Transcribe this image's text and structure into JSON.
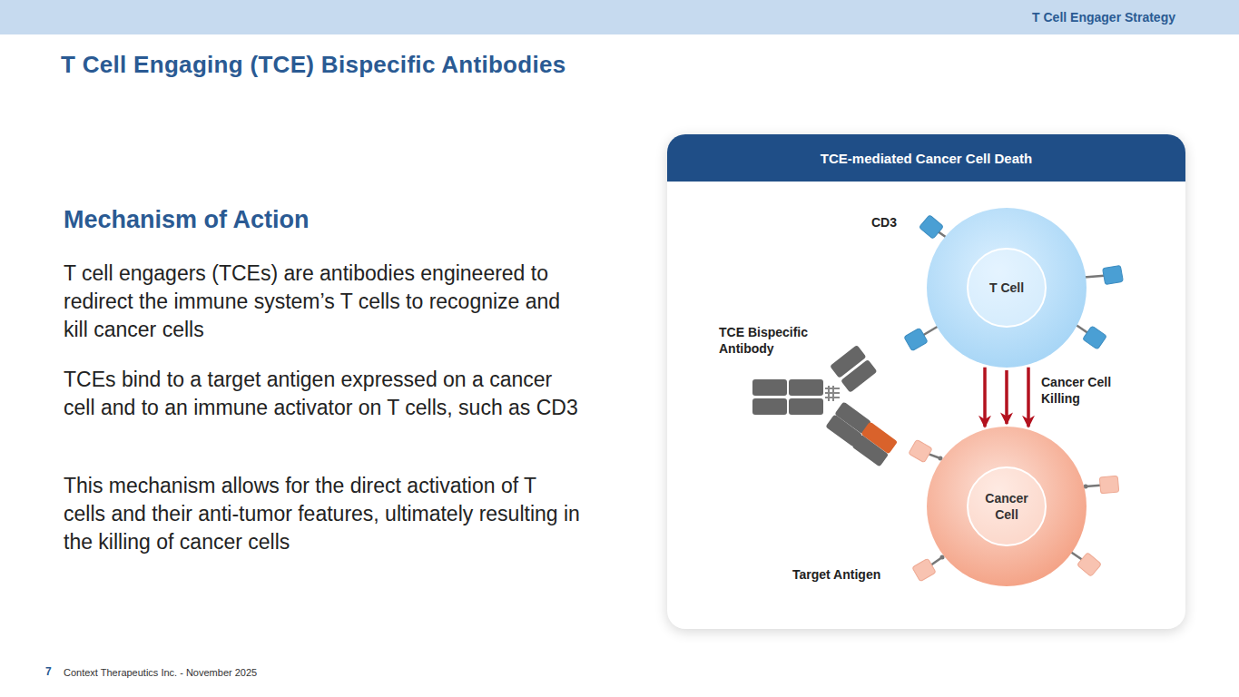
{
  "diagram": {
    "title": "T Cell Engaging (TCE) Bispecific Antibodies",
    "nodes": [
      {
        "text": [
          "T Cell Engager Strategy"
        ]
      },
      {
        "text": [
          "TCE-mediated Cancer Cell Death"
        ]
      },
      {
        "text": [
          "T Cell"
        ],
        "in": 1
      },
      {
        "text": [
          "Cancer Cell"
        ],
        "in": 1
      }
    ],
    "edges": [
      {
        "from": 2,
        "to": 3,
        "arrow": "to"
      },
      {
        "from": 2,
        "to": 3,
        "arrow": "to"
      },
      {
        "from": 2,
        "to": 3,
        "arrow": "to",
        "label": "Cancer Cell Killing"
      }
    ],
    "labels": [
      "Mechanism of Action",
      "T cell engagers (TCEs) are antibodies engineered to redirect the immune system’s T cells to recognize and kill cancer cells",
      "TCEs bind to a target antigen expressed on a cancer cell and to an immune activator on T cells, such as CD3",
      "This mechanism allows for the direct activation of T cells and their anti-tumor features, ultimately resulting in the killing of cancer cells",
      "CD3",
      "TCE Bispecific Antibody",
      "Target Antigen",
      "7",
      "Context Therapeutics Inc. - November 2025"
    ]
  }
}
